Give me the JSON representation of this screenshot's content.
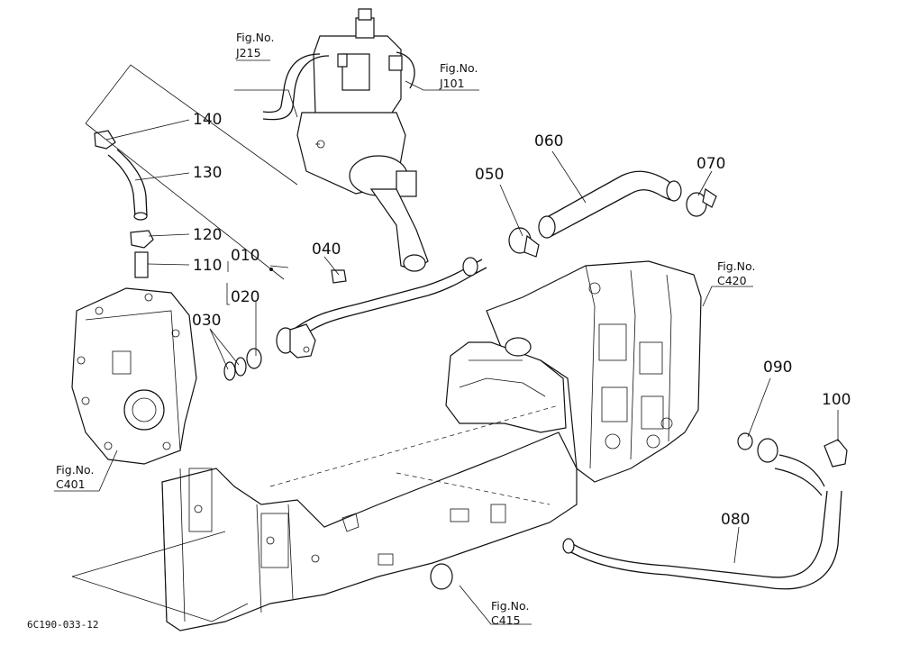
{
  "parts": [
    {
      "id": "p140",
      "label": "140"
    },
    {
      "id": "p130",
      "label": "130"
    },
    {
      "id": "p120",
      "label": "120"
    },
    {
      "id": "p110",
      "label": "110"
    },
    {
      "id": "p010",
      "label": "010"
    },
    {
      "id": "p020",
      "label": "020"
    },
    {
      "id": "p030",
      "label": "030"
    },
    {
      "id": "p040",
      "label": "040"
    },
    {
      "id": "p050",
      "label": "050"
    },
    {
      "id": "p060",
      "label": "060"
    },
    {
      "id": "p070",
      "label": "070"
    },
    {
      "id": "p080",
      "label": "080"
    },
    {
      "id": "p090",
      "label": "090"
    },
    {
      "id": "p100",
      "label": "100"
    }
  ],
  "figure_refs": [
    {
      "id": "j215",
      "title": "Fig.No.",
      "code": "J215"
    },
    {
      "id": "j101",
      "title": "Fig.No.",
      "code": "J101"
    },
    {
      "id": "c420",
      "title": "Fig.No.",
      "code": "C420"
    },
    {
      "id": "c401",
      "title": "Fig.No.",
      "code": "C401"
    },
    {
      "id": "c415",
      "title": "Fig.No.",
      "code": "C415"
    }
  ],
  "drawing_code": "6C190-033-12"
}
